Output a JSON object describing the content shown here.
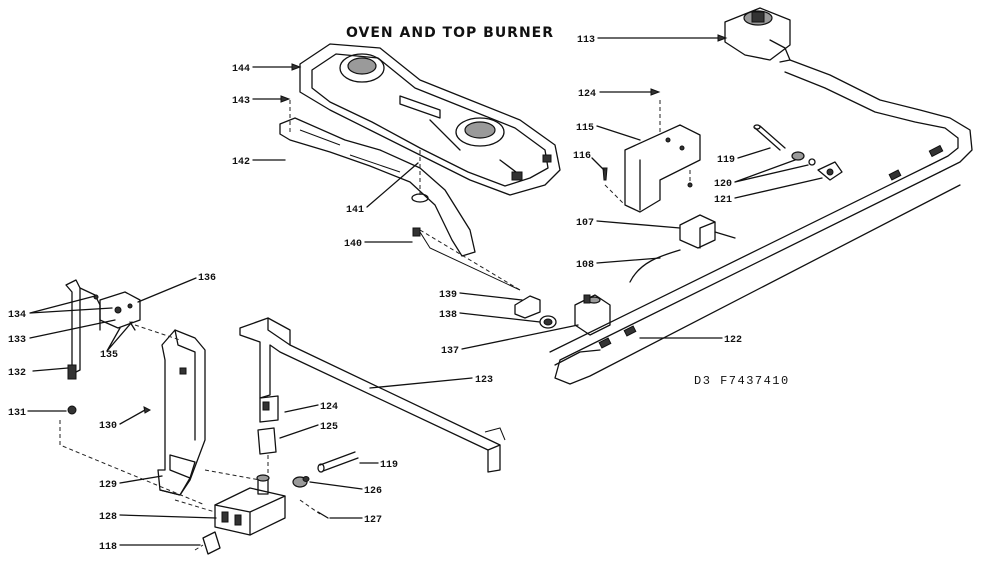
{
  "diagram": {
    "title": "OVEN AND TOP BURNER",
    "drawing_code": "D3 F7437410",
    "callouts": [
      {
        "id": "c113",
        "text": "113"
      },
      {
        "id": "c144",
        "text": "144"
      },
      {
        "id": "c143",
        "text": "143"
      },
      {
        "id": "c142",
        "text": "142"
      },
      {
        "id": "c141",
        "text": "141"
      },
      {
        "id": "c140",
        "text": "140"
      },
      {
        "id": "c124a",
        "text": "124"
      },
      {
        "id": "c115",
        "text": "115"
      },
      {
        "id": "c116",
        "text": "116"
      },
      {
        "id": "c119a",
        "text": "119"
      },
      {
        "id": "c120",
        "text": "120"
      },
      {
        "id": "c121",
        "text": "121"
      },
      {
        "id": "c107",
        "text": "107"
      },
      {
        "id": "c108",
        "text": "108"
      },
      {
        "id": "c139",
        "text": "139"
      },
      {
        "id": "c138a",
        "text": "138"
      },
      {
        "id": "c137",
        "text": "137"
      },
      {
        "id": "c122",
        "text": "122"
      },
      {
        "id": "c136",
        "text": "136"
      },
      {
        "id": "c134",
        "text": "134"
      },
      {
        "id": "c133",
        "text": "133"
      },
      {
        "id": "c135",
        "text": "135"
      },
      {
        "id": "c132",
        "text": "132"
      },
      {
        "id": "c131",
        "text": "131"
      },
      {
        "id": "c130",
        "text": "130"
      },
      {
        "id": "c129",
        "text": "129"
      },
      {
        "id": "c128",
        "text": "128"
      },
      {
        "id": "c118",
        "text": "118"
      },
      {
        "id": "c123",
        "text": "123"
      },
      {
        "id": "c124b",
        "text": "124"
      },
      {
        "id": "c125",
        "text": "125"
      },
      {
        "id": "c119b",
        "text": "119"
      },
      {
        "id": "c126",
        "text": "126"
      },
      {
        "id": "c127",
        "text": "127"
      }
    ]
  }
}
